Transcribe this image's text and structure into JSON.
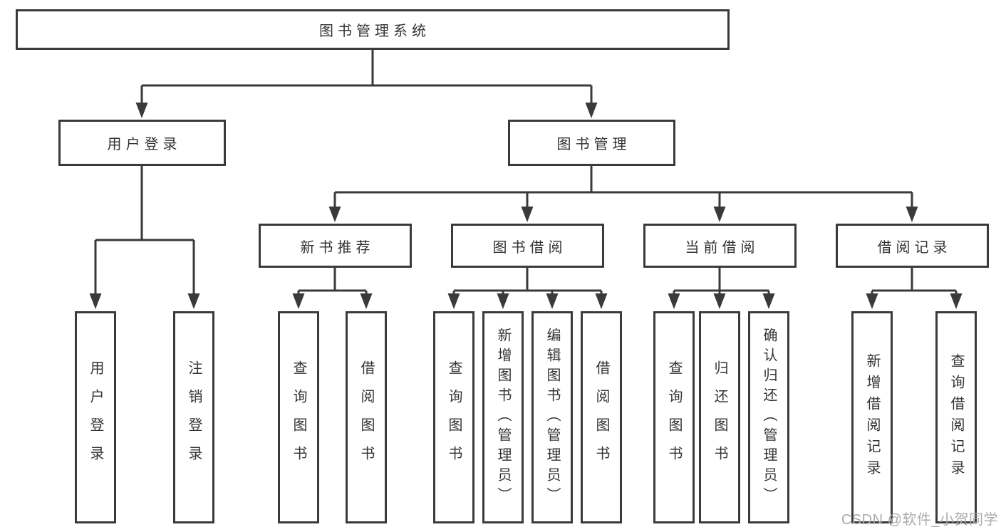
{
  "tree": {
    "root": "图书管理系统",
    "branches": [
      {
        "label": "用户登录",
        "children": [
          "用户登录",
          "注销登录"
        ]
      },
      {
        "label": "图书管理",
        "children": [
          {
            "label": "新书推荐",
            "children": [
              "查询图书",
              "借阅图书"
            ]
          },
          {
            "label": "图书借阅",
            "children": [
              "查询图书",
              "新增图书（管理员）",
              "编辑图书（管理员）",
              "借阅图书"
            ]
          },
          {
            "label": "当前借阅",
            "children": [
              "查询图书",
              "归还图书",
              "确认归还（管理员）"
            ]
          },
          {
            "label": "借阅记录",
            "children": [
              "新增借阅记录",
              "查询借阅记录"
            ]
          }
        ]
      }
    ]
  },
  "colors": {
    "line": "#3a3a3a",
    "text": "#333333",
    "watermark": "#ababab",
    "background": "#ffffff"
  },
  "watermark": "CSDN @软件_小贺同学"
}
